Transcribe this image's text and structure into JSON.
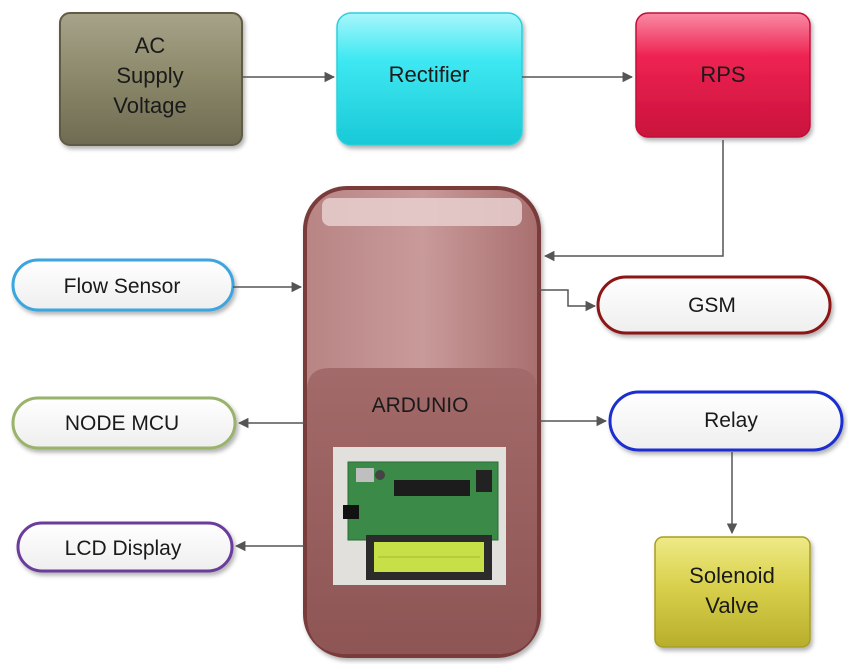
{
  "nodes": {
    "ac_supply": {
      "lines": [
        "AC",
        "Supply",
        "Voltage"
      ],
      "color": "#8b8769"
    },
    "rectifier": {
      "label": "Rectifier",
      "color": "#38e6f0"
    },
    "rps": {
      "label": "RPS",
      "color": "#ee2352"
    },
    "arduino": {
      "label": "ARDUNIO",
      "color": "#9c5a5a"
    },
    "flow_sensor": {
      "label": "Flow Sensor",
      "color": "#3aa5df"
    },
    "gsm": {
      "label": "GSM",
      "color": "#8c1515"
    },
    "node_mcu": {
      "label": "NODE MCU",
      "color": "#9ab36a"
    },
    "relay": {
      "label": "Relay",
      "color": "#1b2fd0"
    },
    "lcd_display": {
      "label": "LCD Display",
      "color": "#6b3c9c"
    },
    "solenoid_valve": {
      "lines": [
        "Solenoid",
        "Valve"
      ],
      "color": "#d8d04c"
    }
  },
  "board_photo": {
    "lcd_color": "#c8e048",
    "pcb_color": "#3c8a48"
  }
}
